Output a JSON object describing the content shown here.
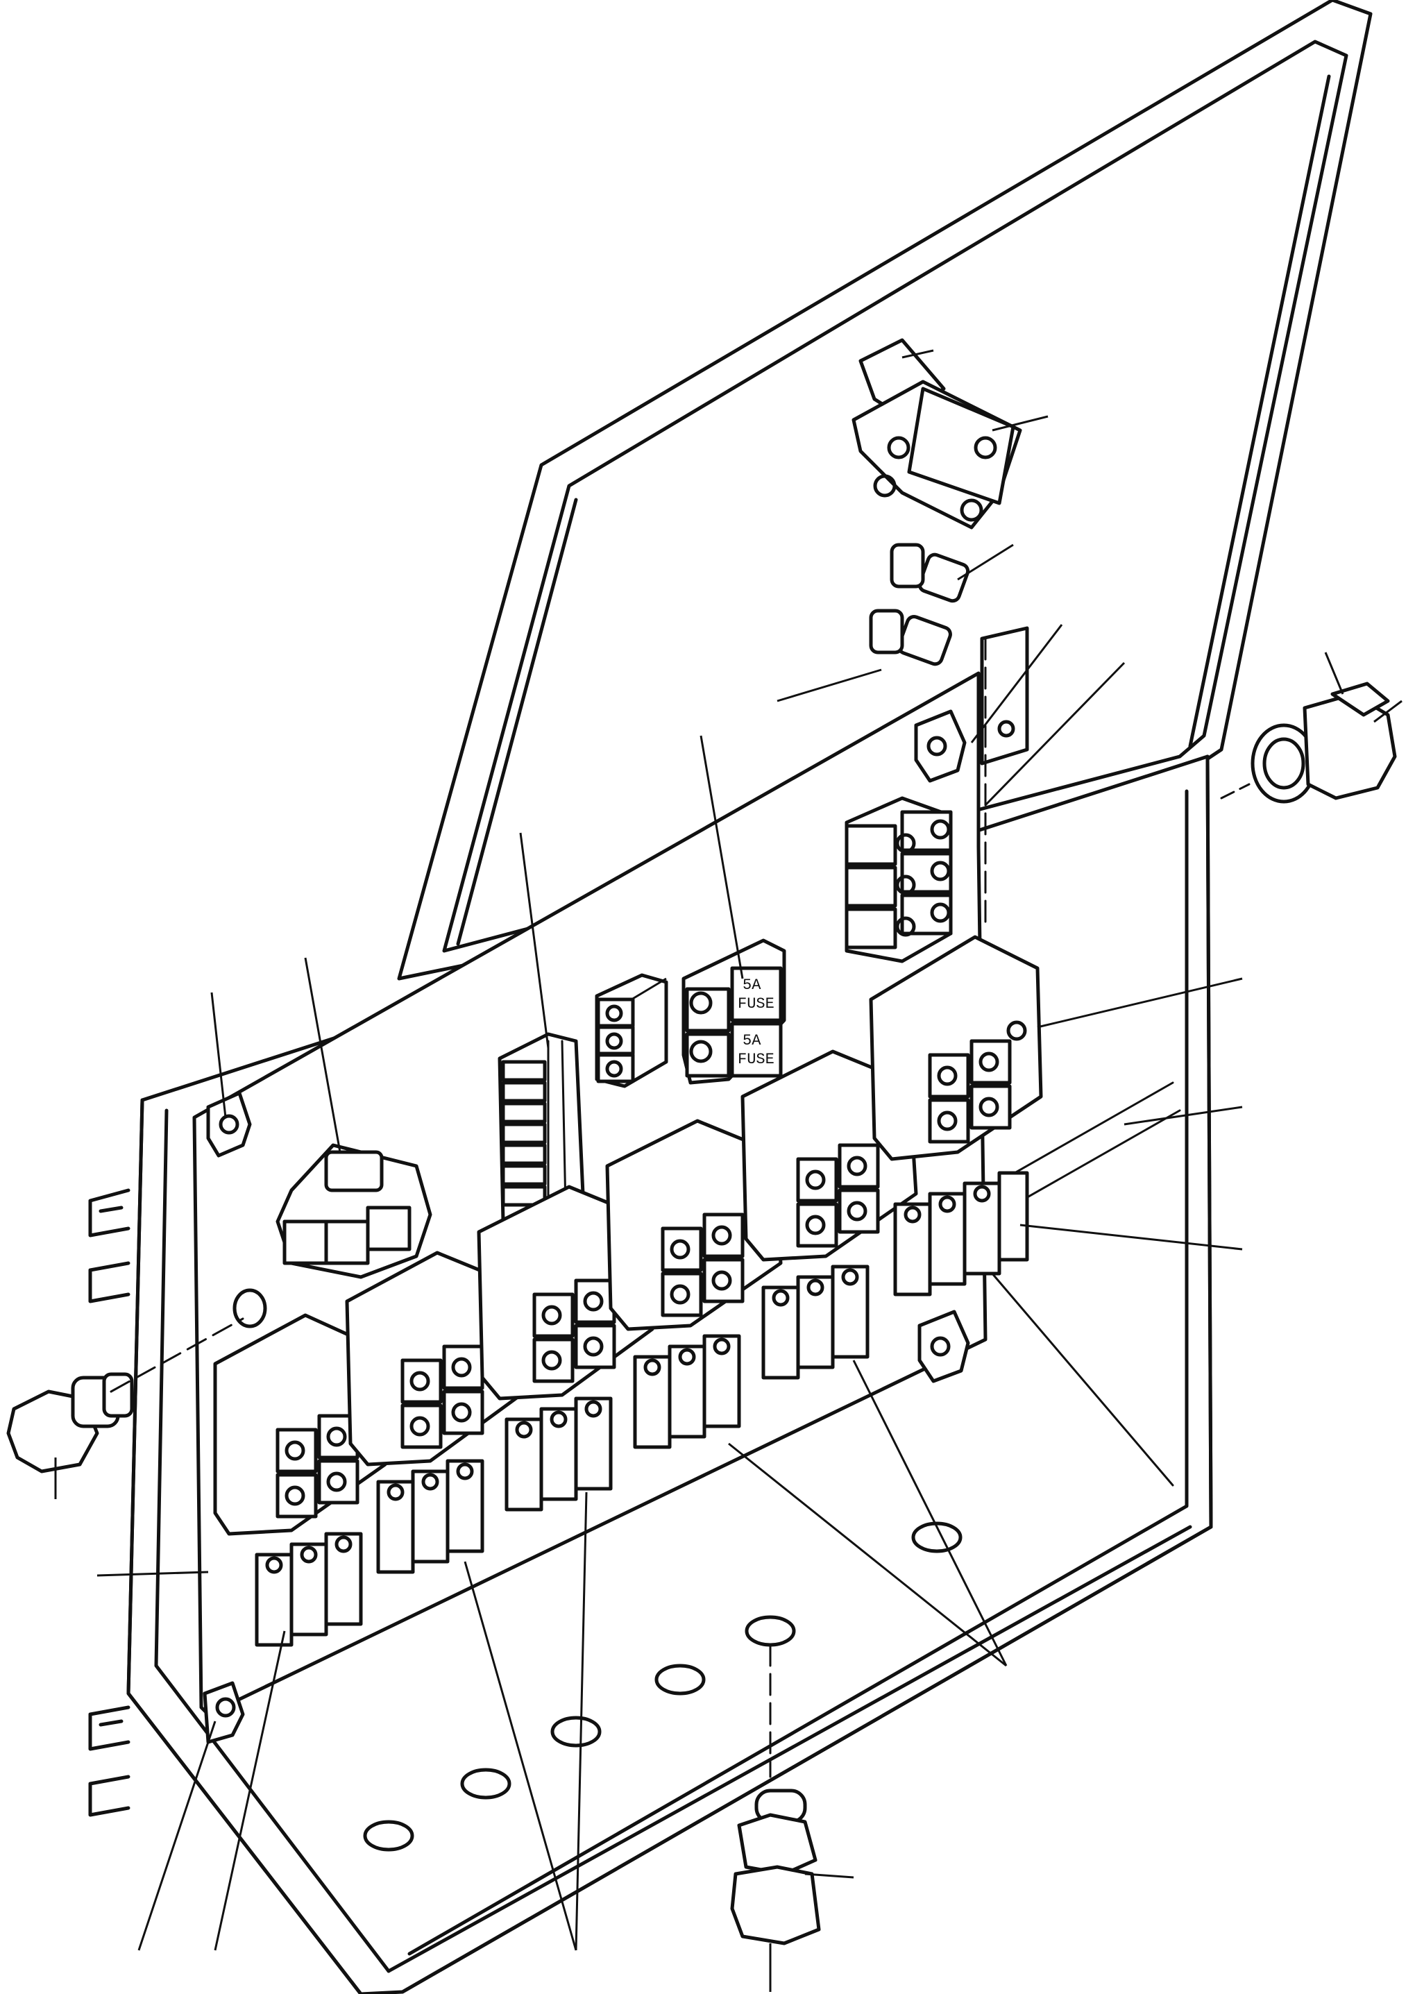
{
  "drawing": {
    "fuse_labels": [
      {
        "amp": "5A",
        "word": "FUSE"
      },
      {
        "amp": "5A",
        "word": "FUSE"
      }
    ],
    "colors": {
      "line": "#111111",
      "background": "#ffffff"
    }
  }
}
